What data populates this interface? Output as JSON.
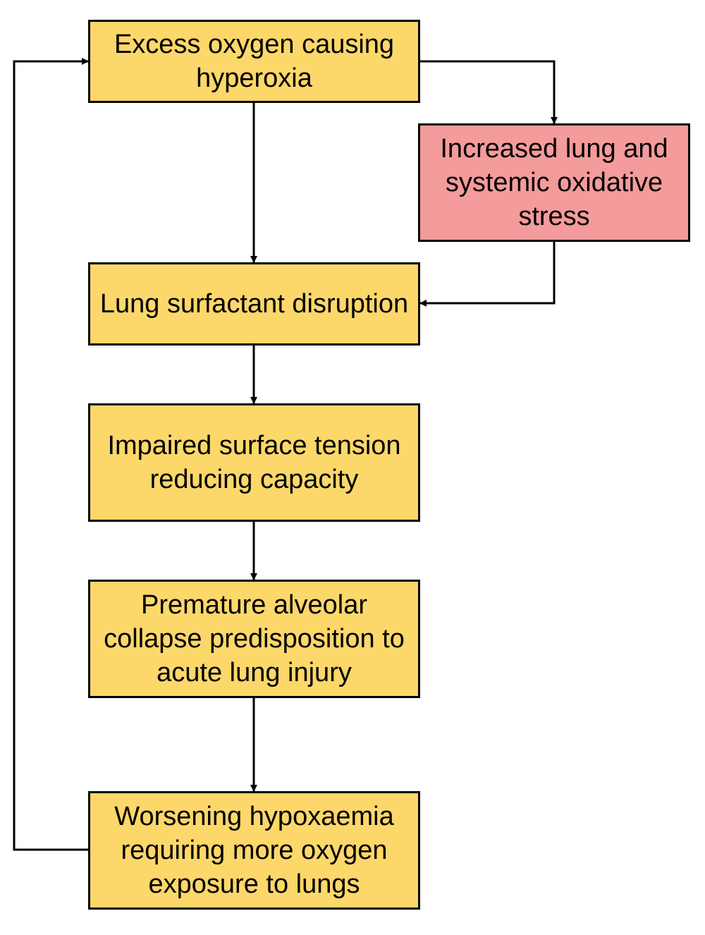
{
  "diagram": {
    "nodes": [
      {
        "id": "hyperoxia",
        "label": "Excess oxygen causing hyperoxia",
        "color": "#fcd76a"
      },
      {
        "id": "oxidative",
        "label": "Increased lung and systemic oxidative stress",
        "color": "#f49b9b"
      },
      {
        "id": "surfactant",
        "label": "Lung surfactant disruption",
        "color": "#fcd76a"
      },
      {
        "id": "tension",
        "label": "Impaired surface tension reducing capacity",
        "color": "#fcd76a"
      },
      {
        "id": "alveolar",
        "label": "Premature alveolar collapse predisposition to acute lung injury",
        "color": "#fcd76a"
      },
      {
        "id": "hypoxaemia",
        "label": "Worsening hypoxaemia requiring more oxygen exposure to lungs",
        "color": "#fcd76a"
      }
    ],
    "edges": [
      {
        "from": "hyperoxia",
        "to": "oxidative"
      },
      {
        "from": "hyperoxia",
        "to": "surfactant"
      },
      {
        "from": "oxidative",
        "to": "surfactant"
      },
      {
        "from": "surfactant",
        "to": "tension"
      },
      {
        "from": "tension",
        "to": "alveolar"
      },
      {
        "from": "alveolar",
        "to": "hypoxaemia"
      },
      {
        "from": "hypoxaemia",
        "to": "hyperoxia"
      }
    ]
  }
}
